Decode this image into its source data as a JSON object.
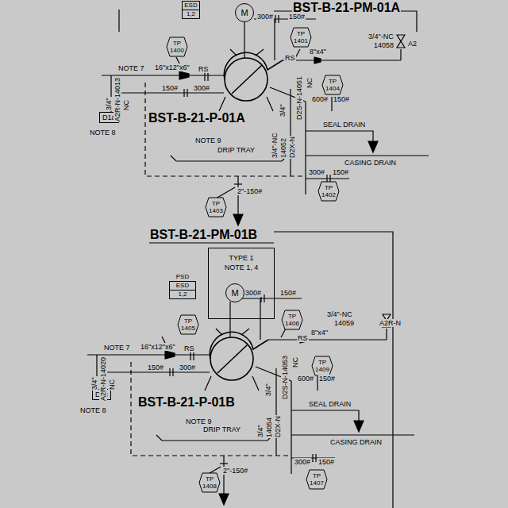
{
  "diagram": {
    "nodes": [
      {
        "text": [
          "ESD",
          "1,2"
        ]
      },
      {
        "text": [
          "M"
        ]
      },
      {
        "text": [
          "TP",
          "1400"
        ]
      },
      {
        "text": [
          "TP",
          "1401"
        ]
      },
      {
        "text": [
          "D1a"
        ]
      },
      {
        "text": [
          "TP",
          "1404"
        ]
      },
      {
        "text": [
          "TP",
          "1402"
        ]
      },
      {
        "text": [
          "TP",
          "1403"
        ]
      },
      {
        "text": [
          "TYPE 1",
          "NOTE 1, 4"
        ]
      },
      {
        "text": [
          "M"
        ],
        "in": 8
      },
      {
        "text": [
          "PSD",
          "ESD",
          "1,2"
        ]
      },
      {
        "text": [
          "TP",
          "1405"
        ]
      },
      {
        "text": [
          "TP",
          "1406"
        ]
      },
      {
        "text": [
          "D1c"
        ]
      },
      {
        "text": [
          "TP",
          "1409"
        ]
      },
      {
        "text": [
          "TP",
          "1407"
        ]
      },
      {
        "text": [
          "TP",
          "1408"
        ]
      }
    ],
    "labels": [
      "BST-B-21-PM-01A",
      "300#",
      "150#",
      "3/4\"-NC",
      "14058",
      "A2",
      "RS",
      "8\"x4\"",
      "NOTE 7",
      "16\"x12\"x6\"",
      "RS",
      "3/4\"",
      "A2R-N-14013",
      "NC",
      "NOTE 8",
      "150#",
      "300#",
      "600#",
      "150#",
      "3/4\"",
      "D2S-N-14051",
      "NC",
      "3/4\"-NC",
      "14052",
      "D2X-N",
      "BST-B-21-P-01A",
      "NOTE 9",
      "SEAL DRAIN",
      "CASING DRAIN",
      "DRIP TRAY",
      "2\"-150#",
      "300#",
      "150#",
      "BST-B-21-PM-01B",
      "300#",
      "150#",
      "3/4\"-NC",
      "14059",
      "A2R-N",
      "RS",
      "8\"x4\"",
      "NOTE 7",
      "16\"x12\"x6\"",
      "RS",
      "3/4\"",
      "A2R-N-14020",
      "NC",
      "NOTE 8",
      "150#",
      "300#",
      "600#",
      "150#",
      "3/4\"",
      "D2S-N-14053",
      "NC",
      "3/4\"",
      "14054",
      "D2X-N",
      "BST-B-21-P-01B",
      "NOTE 9",
      "SEAL DRAIN",
      "CASING DRAIN",
      "DRIP TRAY",
      "2\"-150#",
      "300#",
      "150#"
    ]
  }
}
